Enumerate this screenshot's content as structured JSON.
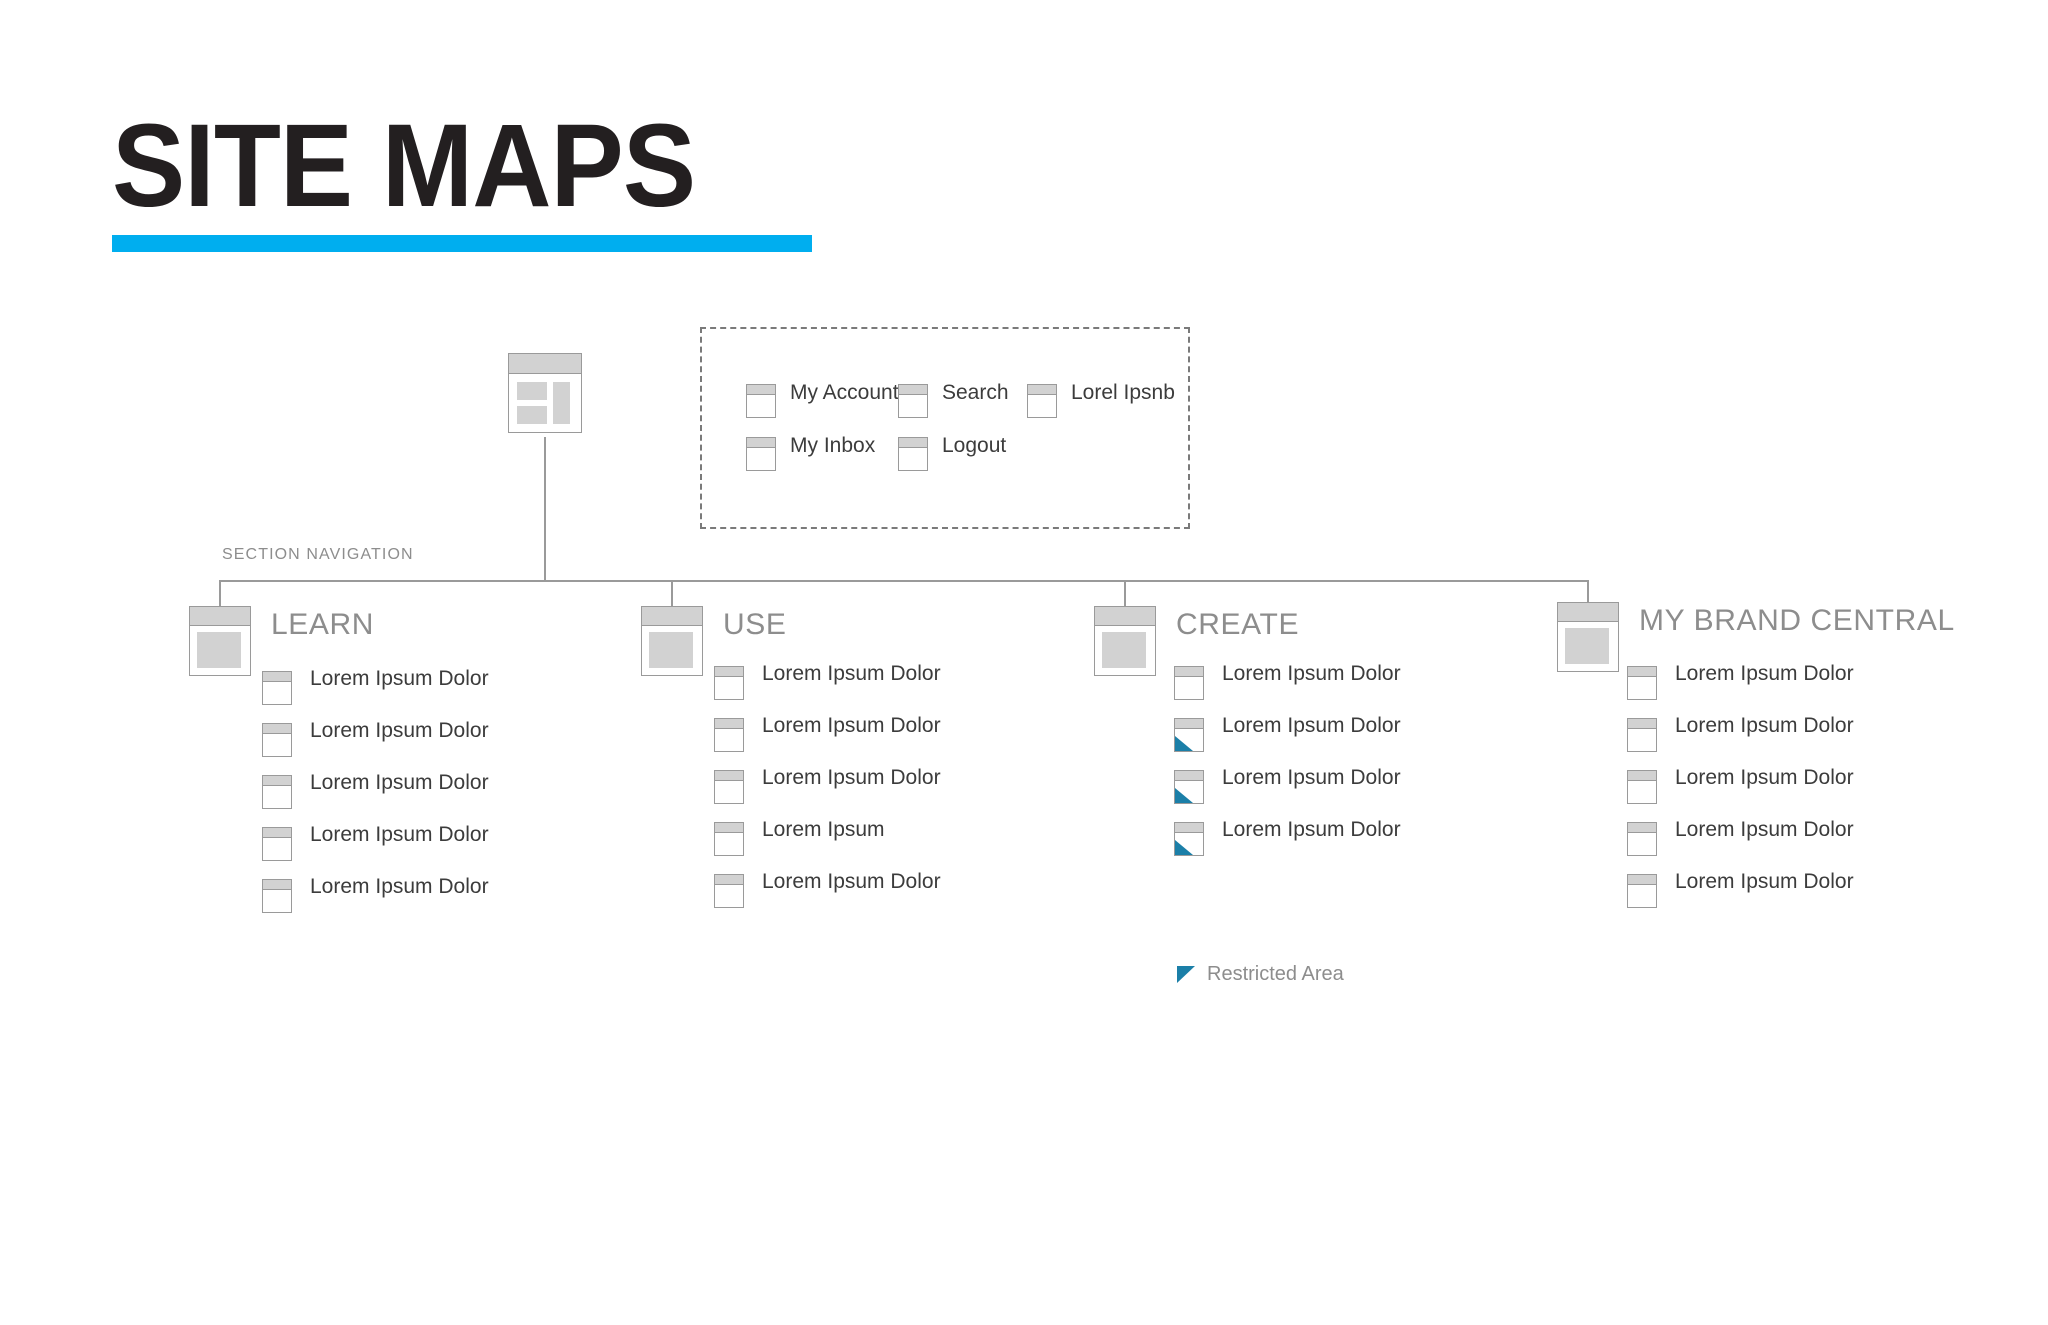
{
  "header": {
    "title": "SITE MAPS",
    "accent_color": "#00aeef"
  },
  "diagram": {
    "section_nav_label": "SECTION NAVIGATION",
    "root": {
      "name": "home-page",
      "icon": "home-page-icon"
    },
    "utility_nav": {
      "items": [
        {
          "label": "My Account",
          "col": 0,
          "row": 0
        },
        {
          "label": "My Inbox",
          "col": 0,
          "row": 1
        },
        {
          "label": "Search",
          "col": 1,
          "row": 0
        },
        {
          "label": "Logout",
          "col": 1,
          "row": 1
        },
        {
          "label": "Lorel Ipsnb",
          "col": 2,
          "row": 0
        }
      ]
    },
    "sections": [
      {
        "title": "LEARN",
        "items": [
          {
            "label": "Lorem Ipsum Dolor",
            "restricted": false
          },
          {
            "label": "Lorem Ipsum Dolor",
            "restricted": false
          },
          {
            "label": "Lorem Ipsum Dolor",
            "restricted": false
          },
          {
            "label": "Lorem Ipsum Dolor",
            "restricted": false
          },
          {
            "label": "Lorem Ipsum Dolor",
            "restricted": false
          }
        ]
      },
      {
        "title": "USE",
        "items": [
          {
            "label": "Lorem Ipsum Dolor",
            "restricted": false
          },
          {
            "label": "Lorem Ipsum Dolor",
            "restricted": false
          },
          {
            "label": "Lorem Ipsum Dolor",
            "restricted": false
          },
          {
            "label": "Lorem Ipsum",
            "restricted": false
          },
          {
            "label": "Lorem Ipsum Dolor",
            "restricted": false
          }
        ]
      },
      {
        "title": "CREATE",
        "items": [
          {
            "label": "Lorem Ipsum Dolor",
            "restricted": false
          },
          {
            "label": "Lorem Ipsum Dolor",
            "restricted": true
          },
          {
            "label": "Lorem Ipsum Dolor",
            "restricted": true
          },
          {
            "label": "Lorem Ipsum Dolor",
            "restricted": true
          }
        ]
      },
      {
        "title": "MY BRAND CENTRAL",
        "items": [
          {
            "label": "Lorem Ipsum Dolor",
            "restricted": false
          },
          {
            "label": "Lorem Ipsum Dolor",
            "restricted": false
          },
          {
            "label": "Lorem Ipsum Dolor",
            "restricted": false
          },
          {
            "label": "Lorem Ipsum Dolor",
            "restricted": false
          },
          {
            "label": "Lorem Ipsum Dolor",
            "restricted": false
          }
        ]
      }
    ],
    "legend": {
      "label": "Restricted Area",
      "color": "#1b7fa8"
    }
  }
}
